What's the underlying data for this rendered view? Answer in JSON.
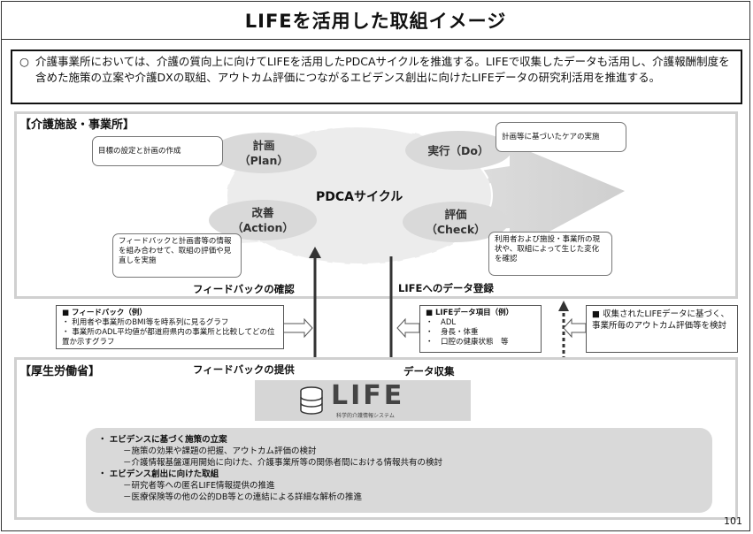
{
  "title": "LIFEを活用した取組イメージ",
  "intro": {
    "bullet": "○",
    "text": "介護事業所においては、介護の質向上に向けてLIFEを活用したPDCAサイクルを推進する。LIFEで収集したデータも活用し、介護報酬制度を含めた施策の立案や介護DXの取組、アウトカム評価につながるエビデンス創出に向けたLIFEデータの研究利活用を推進する。"
  },
  "facility": {
    "label": "【介護施設・事業所】",
    "cycle_label": "PDCAサイクル",
    "plan": {
      "title": "計画",
      "sub": "（Plan）"
    },
    "do": {
      "title": "実行（Do）"
    },
    "act": {
      "title": "改善",
      "sub": "（Action）"
    },
    "check": {
      "title": "評価",
      "sub": "（Check）"
    },
    "notes": {
      "plan": "目標の設定と計画の作成",
      "do": "計画等に基づいたケアの実施",
      "act": "フィードバックと計画書等の情報を組み合わせて、取組の評価や見直しを実施",
      "check": "利用者および施設・事業所の現状や、取組によって生じた変化を確認"
    },
    "feedback_confirm": "フィードバックの確認",
    "data_register": "LIFEへのデータ登録"
  },
  "boxes": {
    "feedback": {
      "head": "■ フィードバック（例）",
      "items": [
        "・ 利用者や事業所のBMI等を時系列に見るグラフ",
        "・ 事業所のADL平均値が都道府県内の事業所と比較してどの位置か示すグラフ"
      ]
    },
    "life_items": {
      "head": "■ LIFEデータ項目（例）",
      "items": [
        "・　ADL",
        "・　身長・体重",
        "・　口腔の健康状態　等"
      ]
    },
    "outcome": {
      "text": "■ 収集されたLIFEデータに基づく、事業所毎のアウトカム評価等を検討"
    }
  },
  "mhlw": {
    "label": "【厚生労働省】",
    "feedback_provide": "フィードバックの提供",
    "data_collect": "データ収集",
    "logo_text": "LIFE",
    "logo_sub": "科学的介護情報システム"
  },
  "panel": {
    "h1": "・ エビデンスに基づく施策の立案",
    "h1_items": [
      "－施策の効果や課題の把握、アウトカム評価の検討",
      "－介護情報基盤運用開始に向けた、介護事業所等の関係者間における情報共有の検討"
    ],
    "h2": "・ エビデンス創出に向けた取組",
    "h2_items": [
      "－研究者等への匿名LIFE情報提供の推進",
      "－医療保険等の他の公的DB等との連結による詳細な解析の推進"
    ]
  },
  "page_number": "101"
}
